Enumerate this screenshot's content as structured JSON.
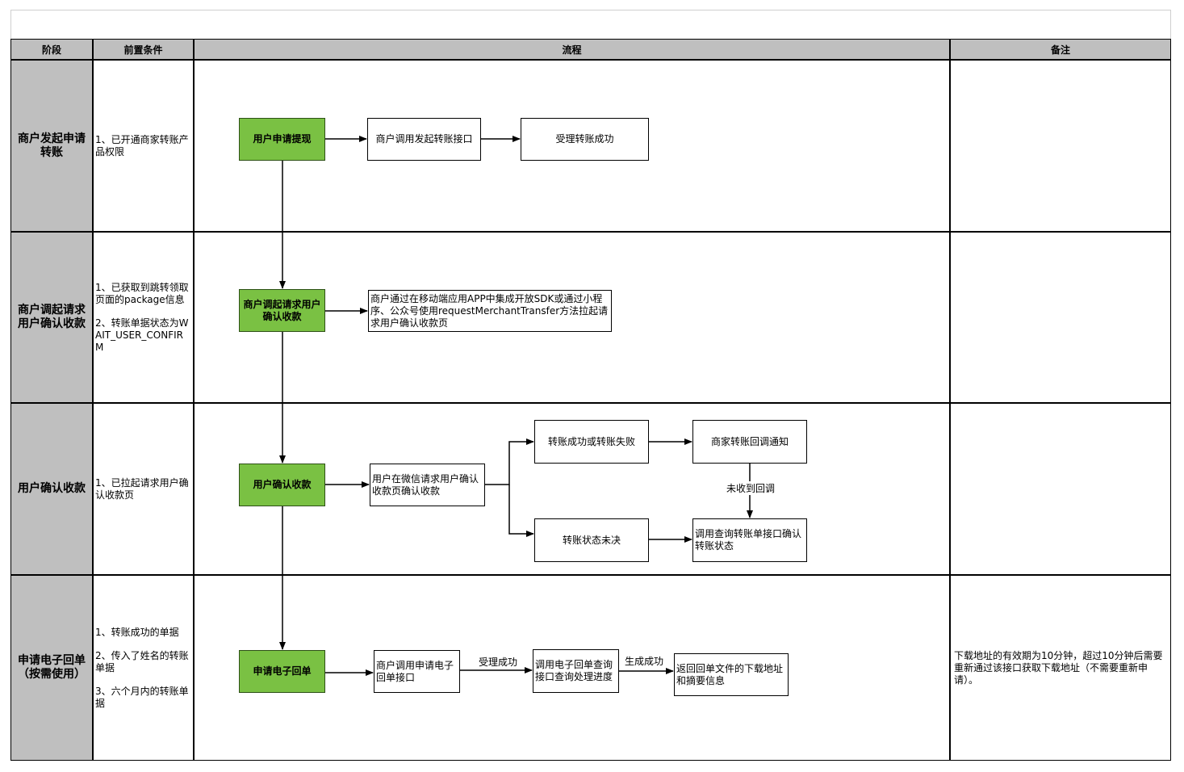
{
  "headers": {
    "stage": "阶段",
    "precondition": "前置条件",
    "flow": "流程",
    "remark": "备注"
  },
  "rows": [
    {
      "stage": "商户发起申请转账",
      "conditions": [
        "1、已开通商家转账产品权限"
      ],
      "remark": ""
    },
    {
      "stage": "商户调起请求用户确认收款",
      "conditions": [
        "1、已获取到跳转领取页面的package信息",
        "2、转账单据状态为WAIT_USER_CONFIRM"
      ],
      "remark": ""
    },
    {
      "stage": "用户确认收款",
      "conditions": [
        "1、已拉起请求用户确认收款页"
      ],
      "remark": ""
    },
    {
      "stage": "申请电子回单（按需使用）",
      "conditions": [
        "1、转账成功的单据",
        "2、传入了姓名的转账单据",
        "3、六个月内的转账单据"
      ],
      "remark": "下载地址的有效期为10分钟，超过10分钟后需要重新通过该接口获取下载地址（不需要重新申请）。"
    }
  ],
  "nodes": {
    "n1": "用户申请提现",
    "n2": "商户调用发起转账接口",
    "n3": "受理转账成功",
    "n4": "商户调起请求用户确认收款",
    "n5": "商户通过在移动端应用APP中集成开放SDK或通过小程序、公众号使用requestMerchantTransfer方法拉起请求用户确认收款页",
    "n6": "用户确认收款",
    "n7": "用户在微信请求用户确认收款页确认收款",
    "n8": "转账成功或转账失败",
    "n9": "商家转账回调通知",
    "n10": "转账状态未决",
    "n11": "调用查询转账单接口确认转账状态",
    "n12": "申请电子回单",
    "n13": "商户调用申请电子回单接口",
    "n14": "调用电子回单查询接口查询处理进度",
    "n15": "返回回单文件的下载地址和摘要信息"
  },
  "edge_labels": {
    "no_callback": "未收到回调",
    "accepted": "受理成功",
    "generated": "生成成功"
  },
  "colors": {
    "header_bg": "#bfbfbf",
    "green_node": "#7ac143"
  }
}
